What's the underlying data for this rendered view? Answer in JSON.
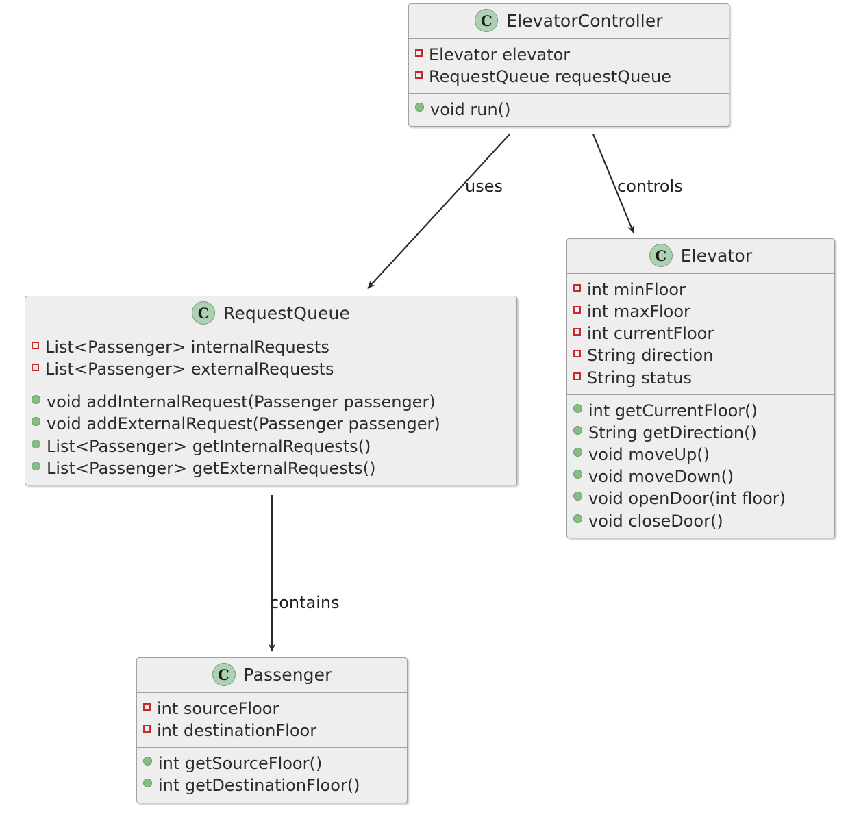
{
  "diagram": {
    "type": "uml-class-diagram",
    "background": "#FFFFFF",
    "box_fill": "#EEEEEE",
    "box_border": "#A0A0A0",
    "badge_fill": "#ADD1B2",
    "field_marker_color": "#C82930",
    "method_marker_color": "#84BE84",
    "edge_color": "#2B2B2B",
    "badge_letter": "C"
  },
  "classes": {
    "elevator_controller": {
      "name": "ElevatorController",
      "fields": [
        "Elevator elevator",
        "RequestQueue requestQueue"
      ],
      "methods": [
        "void run()"
      ]
    },
    "request_queue": {
      "name": "RequestQueue",
      "fields": [
        "List<Passenger> internalRequests",
        "List<Passenger> externalRequests"
      ],
      "methods": [
        "void addInternalRequest(Passenger passenger)",
        "void addExternalRequest(Passenger passenger)",
        "List<Passenger> getInternalRequests()",
        "List<Passenger> getExternalRequests()"
      ]
    },
    "elevator": {
      "name": "Elevator",
      "fields": [
        "int minFloor",
        "int maxFloor",
        "int currentFloor",
        "String direction",
        "String status"
      ],
      "methods": [
        "int getCurrentFloor()",
        "String getDirection()",
        "void moveUp()",
        "void moveDown()",
        "void openDoor(int floor)",
        "void closeDoor()"
      ]
    },
    "passenger": {
      "name": "Passenger",
      "fields": [
        "int sourceFloor",
        "int destinationFloor"
      ],
      "methods": [
        "int getSourceFloor()",
        "int getDestinationFloor()"
      ]
    }
  },
  "relationships": [
    {
      "id": "uses",
      "label": "uses",
      "from": "ElevatorController",
      "to": "RequestQueue",
      "arrow": "open-arrow"
    },
    {
      "id": "controls",
      "label": "controls",
      "from": "ElevatorController",
      "to": "Elevator",
      "arrow": "open-arrow"
    },
    {
      "id": "contains",
      "label": "contains",
      "from": "RequestQueue",
      "to": "Passenger",
      "arrow": "open-arrow"
    }
  ]
}
